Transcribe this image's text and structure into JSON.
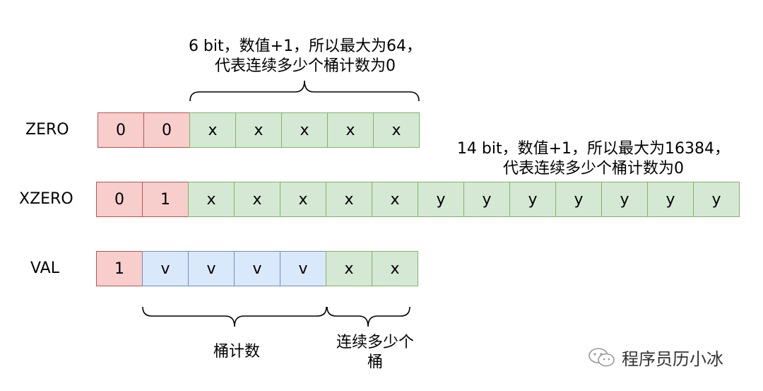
{
  "rows": {
    "zero": {
      "label": "ZERO",
      "cells": [
        {
          "text": "0",
          "kind": "red"
        },
        {
          "text": "0",
          "kind": "red"
        },
        {
          "text": "x",
          "kind": "green"
        },
        {
          "text": "x",
          "kind": "green"
        },
        {
          "text": "x",
          "kind": "green"
        },
        {
          "text": "x",
          "kind": "green"
        },
        {
          "text": "x",
          "kind": "green"
        }
      ]
    },
    "xzero": {
      "label": "XZERO",
      "cells": [
        {
          "text": "0",
          "kind": "red"
        },
        {
          "text": "1",
          "kind": "red"
        },
        {
          "text": "x",
          "kind": "green"
        },
        {
          "text": "x",
          "kind": "green"
        },
        {
          "text": "x",
          "kind": "green"
        },
        {
          "text": "x",
          "kind": "green"
        },
        {
          "text": "x",
          "kind": "green"
        },
        {
          "text": "y",
          "kind": "green"
        },
        {
          "text": "y",
          "kind": "green"
        },
        {
          "text": "y",
          "kind": "green"
        },
        {
          "text": "y",
          "kind": "green"
        },
        {
          "text": "y",
          "kind": "green"
        },
        {
          "text": "y",
          "kind": "green"
        },
        {
          "text": "y",
          "kind": "green"
        }
      ]
    },
    "val": {
      "label": "VAL",
      "cells": [
        {
          "text": "1",
          "kind": "red"
        },
        {
          "text": "v",
          "kind": "blue"
        },
        {
          "text": "v",
          "kind": "blue"
        },
        {
          "text": "v",
          "kind": "blue"
        },
        {
          "text": "v",
          "kind": "blue"
        },
        {
          "text": "x",
          "kind": "green"
        },
        {
          "text": "x",
          "kind": "green"
        }
      ]
    }
  },
  "annotations": {
    "zero_top": {
      "line1": "6 bit，数值+1，所以最大为64，",
      "line2": "代表连续多少个桶计数为0"
    },
    "xzero_top": {
      "line1": "14 bit，数值+1，所以最大为16384，",
      "line2": "代表连续多少个桶计数为0"
    },
    "val_counter": "桶计数",
    "val_run": {
      "line1": "连续多少个",
      "line2": "桶"
    }
  },
  "watermark": {
    "text": "程序员历小冰",
    "icon": "wechat-icon"
  },
  "colors": {
    "red_fill": "#f8cecc",
    "red_border": "#b85450",
    "green_fill": "#d5e8d4",
    "green_border": "#82b366",
    "blue_fill": "#dae8fc",
    "blue_border": "#6c8ebf"
  }
}
